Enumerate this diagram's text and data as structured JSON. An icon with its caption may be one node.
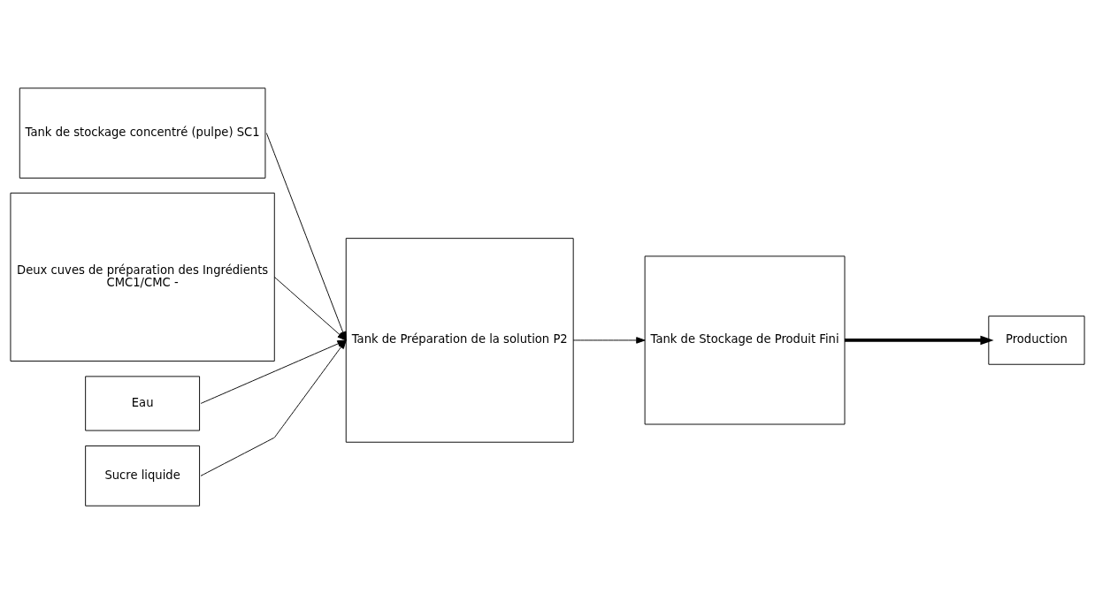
{
  "diagram": {
    "nodes": [
      {
        "text": [
          "Tank de stockage concentré (pulpe) SC1"
        ]
      },
      {
        "text": [
          "Deux cuves de préparation des Ingrédients",
          "CMC1/CMC -"
        ]
      },
      {
        "text": [
          "Eau"
        ]
      },
      {
        "text": [
          "Sucre liquide"
        ]
      },
      {
        "text": [
          "Tank de Préparation de la solution P2"
        ]
      },
      {
        "text": [
          "Tank de Stockage de Produit Fini"
        ]
      },
      {
        "text": [
          "Production"
        ]
      }
    ],
    "edges": [
      {
        "from": 0,
        "to": 4,
        "arrow": "to"
      },
      {
        "from": 1,
        "to": 4,
        "arrow": "to"
      },
      {
        "from": 2,
        "to": 4,
        "arrow": "to"
      },
      {
        "from": 3,
        "to": 4,
        "arrow": "to"
      },
      {
        "from": 4,
        "to": 5,
        "arrow": "to"
      },
      {
        "from": 5,
        "to": 6,
        "arrow": "to",
        "style": "thick"
      }
    ]
  }
}
